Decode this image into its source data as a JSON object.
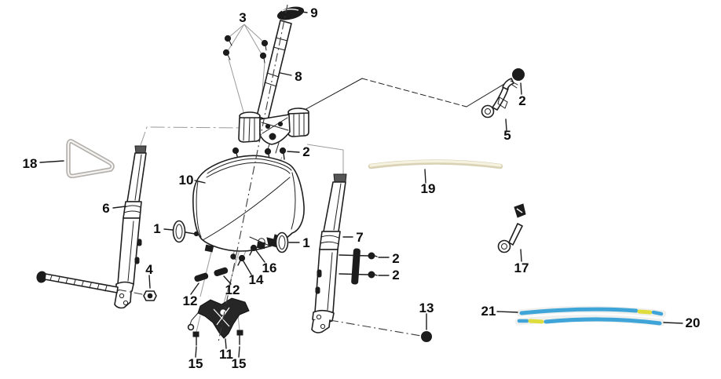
{
  "figure": {
    "type": "exploded-parts-diagram",
    "subject": "front fork and steering stem assembly",
    "background": "#ffffff",
    "colors": {
      "line": "#1f1f1f",
      "leader_grey": "#9a9a9a",
      "wire_form_grey": "#b3b0ab",
      "strip_beige": "#e9e2cc",
      "strip_beige_light": "#f6f2e4",
      "stripe_blue": "#3fa5d8",
      "stripe_yellow": "#dfdc3e",
      "stripe_white": "#f0f0ee"
    }
  },
  "labels": [
    {
      "text": "3"
    },
    {
      "text": "9"
    },
    {
      "text": "8"
    },
    {
      "text": "2"
    },
    {
      "text": "5"
    },
    {
      "text": "18"
    },
    {
      "text": "10"
    },
    {
      "text": "2"
    },
    {
      "text": "19"
    },
    {
      "text": "6"
    },
    {
      "text": "1"
    },
    {
      "text": "1"
    },
    {
      "text": "7"
    },
    {
      "text": "16"
    },
    {
      "text": "14"
    },
    {
      "text": "2"
    },
    {
      "text": "2"
    },
    {
      "text": "17"
    },
    {
      "text": "4"
    },
    {
      "text": "12"
    },
    {
      "text": "12"
    },
    {
      "text": "13"
    },
    {
      "text": "21"
    },
    {
      "text": "20"
    },
    {
      "text": "11"
    },
    {
      "text": "15"
    },
    {
      "text": "15"
    }
  ]
}
